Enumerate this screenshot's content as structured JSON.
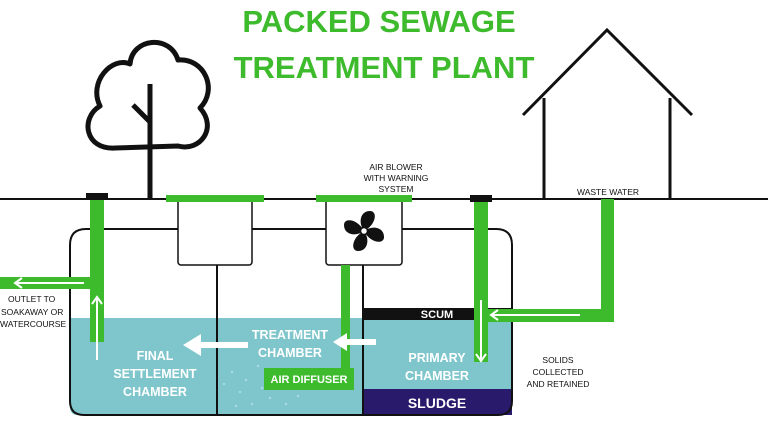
{
  "title": {
    "line1": "PACKED SEWAGE",
    "line2": "TREATMENT PLANT"
  },
  "labels": {
    "air_blower": [
      "AIR BLOWER",
      "WITH WARNING",
      "SYSTEM"
    ],
    "waste_water": "WASTE WATER",
    "outlet": [
      "OUTLET TO",
      "SOAKAWAY OR",
      "WATERCOURSE"
    ],
    "solids": [
      "SOLIDS",
      "COLLECTED",
      "AND RETAINED"
    ],
    "scum": "SCUM",
    "sludge": "SLUDGE",
    "air_diffuser": "AIR DIFFUSER"
  },
  "chambers": {
    "final": [
      "FINAL",
      "SETTLEMENT",
      "CHAMBER"
    ],
    "treatment": [
      "TREATMENT",
      "CHAMBER"
    ],
    "primary": [
      "PRIMARY",
      "CHAMBER"
    ]
  },
  "icons": {
    "tree": "tree-icon",
    "house": "house-icon",
    "fan": "fan-icon"
  },
  "colors": {
    "green": "#3dbb2c",
    "water": "#7fc6cc",
    "sludge": "#2a1a6b",
    "outline": "#111111"
  }
}
